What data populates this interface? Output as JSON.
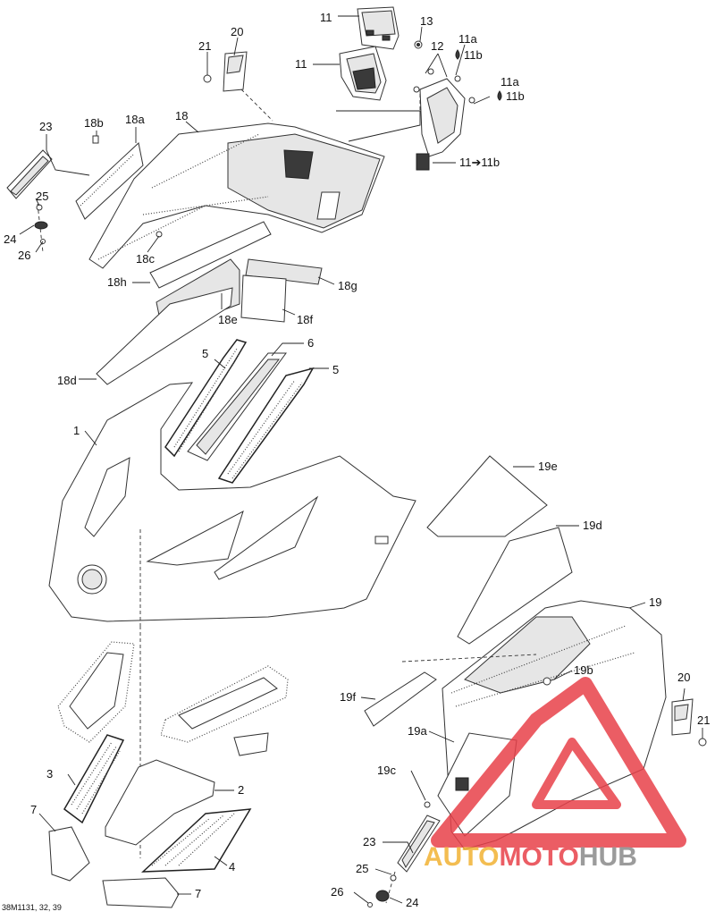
{
  "callouts": {
    "c11_top": "11",
    "c13": "13",
    "c11a_top": "11a",
    "c11b_top": "11b",
    "c21_top": "21",
    "c20_top": "20",
    "c11_mid": "11",
    "c12": "12",
    "c11a_mid": "11a",
    "c11b_mid": "11b",
    "c11_to_11b": "11➔11b",
    "c23_left": "23",
    "c18b": "18b",
    "c18a": "18a",
    "c18": "18",
    "c25_left": "25",
    "c24_left": "24",
    "c26_left": "26",
    "c18c": "18c",
    "c18h": "18h",
    "c18g": "18g",
    "c18e": "18e",
    "c18f": "18f",
    "c6": "6",
    "c5_a": "5",
    "c5_b": "5",
    "c18d": "18d",
    "c1": "1",
    "c19e": "19e",
    "c19d": "19d",
    "c19": "19",
    "c19b": "19b",
    "c19f": "19f",
    "c20_right": "20",
    "c21_right": "21",
    "c19a": "19a",
    "c3": "3",
    "c2": "2",
    "c19c": "19c",
    "c7_left": "7",
    "c4": "4",
    "c23_right": "23",
    "c7_bottom": "7",
    "c25_right": "25",
    "c26_right": "26",
    "c24_right": "24"
  },
  "watermark": {
    "word_auto": "AUTO",
    "word_moto": "MOTO",
    "word_hub": "HUB",
    "accent": "#e8414a",
    "gold": "#f2b233",
    "gray": "#8a8a8a"
  },
  "footer": {
    "drawing_code": "38M1131, 32, 39"
  }
}
